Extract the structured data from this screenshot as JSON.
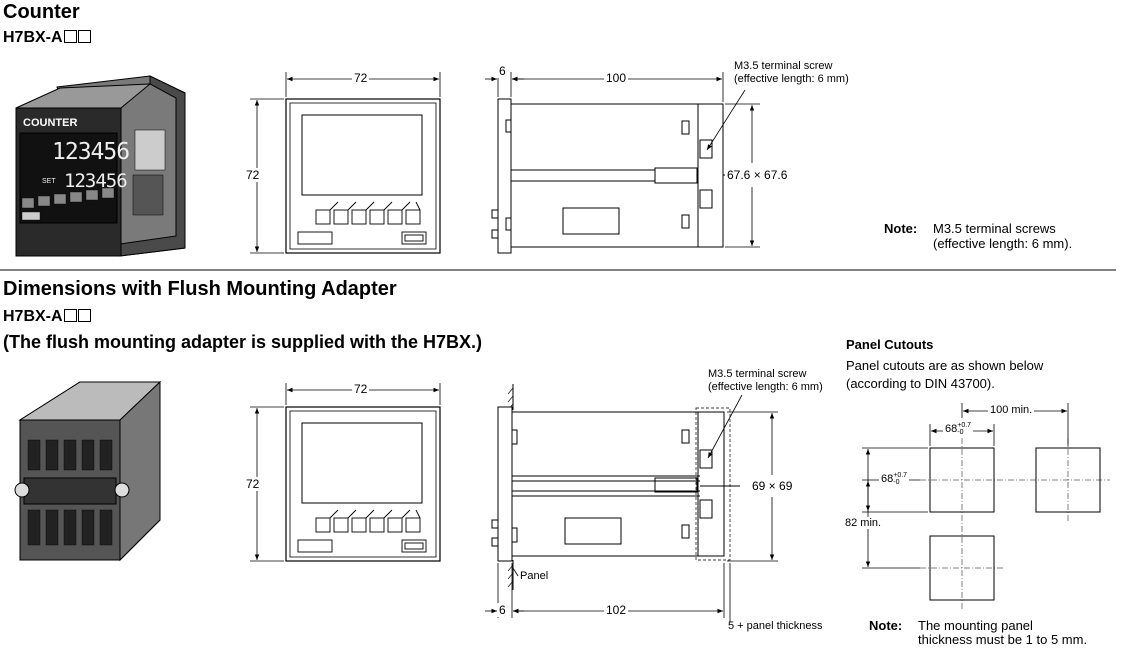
{
  "section1": {
    "title": "Counter",
    "model": "H7BX-A",
    "device_label": "COUNTER",
    "display_main": "123456",
    "display_set": "123456",
    "set_label": "SET",
    "front_width": "72",
    "front_height": "72",
    "side_bezel": "6",
    "side_depth": "100",
    "terminal_screw_line1": "M3.5 terminal screw",
    "terminal_screw_line2": "(effective length: 6 mm)",
    "side_size": "67.6 × 67.6",
    "note_label": "Note:",
    "note_line1": "M3.5 terminal screws",
    "note_line2": "(effective length: 6 mm)."
  },
  "section2": {
    "title": "Dimensions with Flush Mounting Adapter",
    "model": "H7BX-A",
    "subtitle": "(The flush mounting adapter is supplied with the H7BX.)",
    "front_width": "72",
    "front_height": "72",
    "terminal_screw_line1": "M3.5 terminal screw",
    "terminal_screw_line2": "(effective length: 6 mm)",
    "side_size": "69 × 69",
    "panel_label": "Panel",
    "side_bezel": "6",
    "side_depth": "102",
    "panel_thickness": "5 + panel thickness",
    "cutouts": {
      "title": "Panel Cutouts",
      "desc_line1": "Panel cutouts are as shown below",
      "desc_line2": "(according to DIN 43700).",
      "spacing_h": "100 min.",
      "size_w": "68",
      "size_h": "68",
      "tol_plus": "+0.7",
      "tol_minus": "-0",
      "spacing_v": "82 min."
    },
    "note_label": "Note:",
    "note_line1": "The mounting panel",
    "note_line2": "thickness must be 1 to 5 mm."
  }
}
